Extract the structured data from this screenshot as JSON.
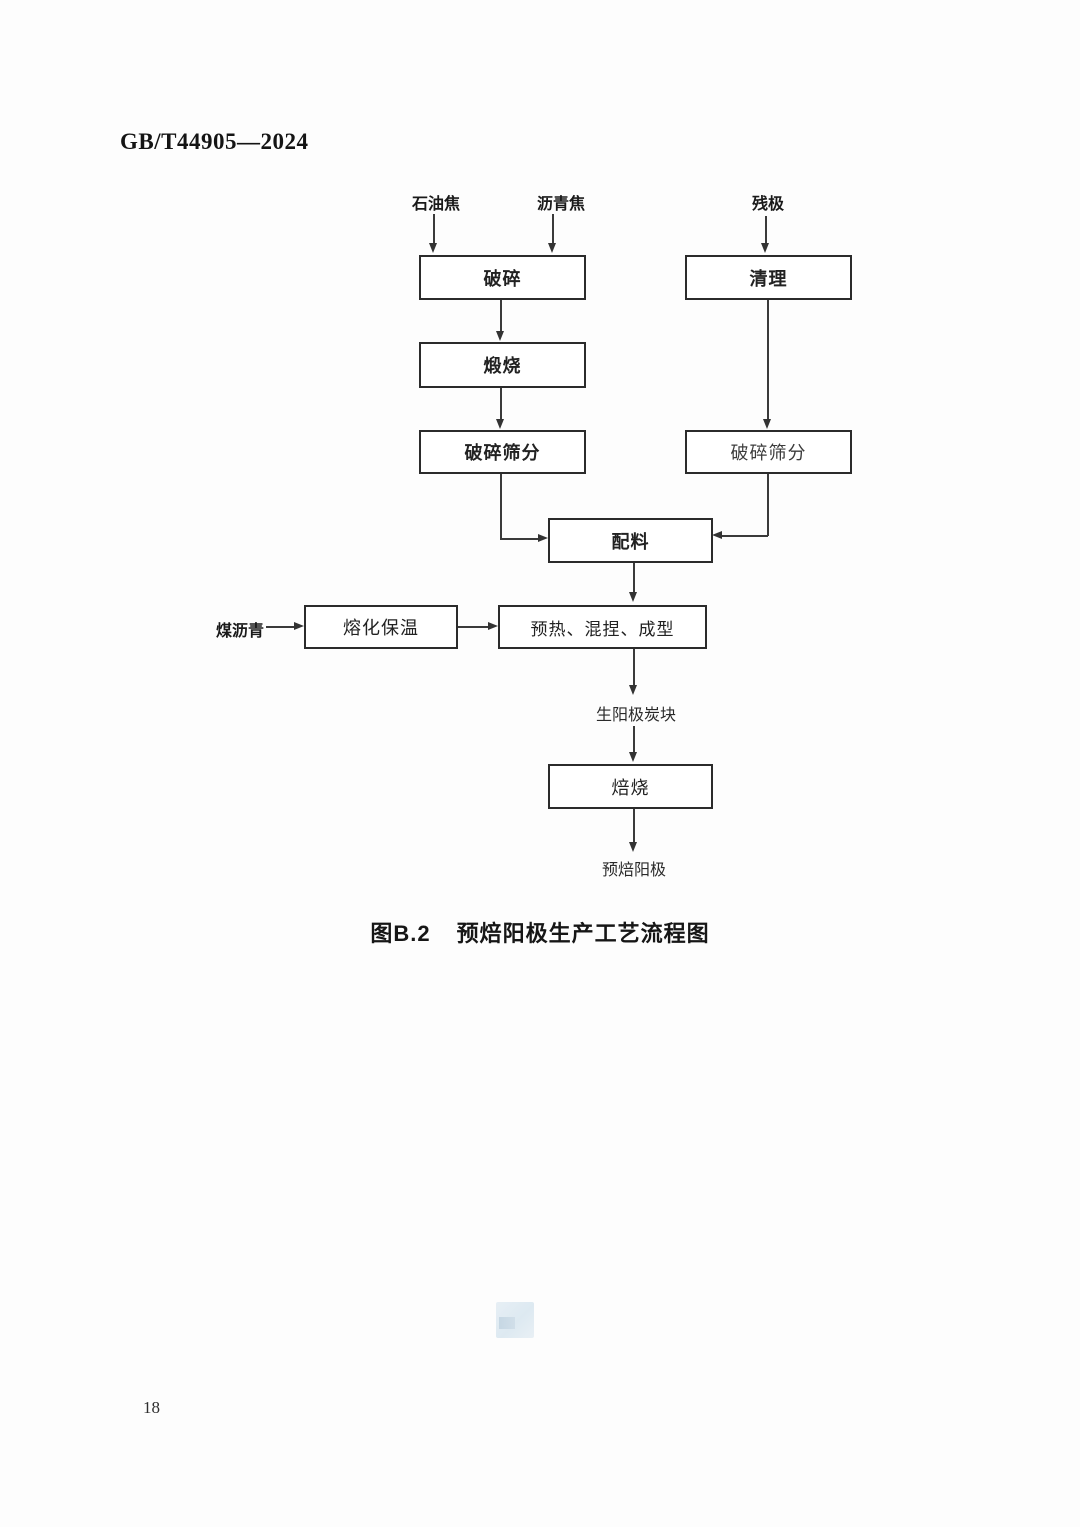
{
  "page": {
    "header": "GB/T44905—2024",
    "page_number": "18",
    "figure_caption": {
      "number": "图B.2",
      "title": "预焙阳极生产工艺流程图"
    }
  },
  "flowchart": {
    "source_labels": [
      {
        "label": "石油焦"
      },
      {
        "label": "沥青焦"
      },
      {
        "label": "残极"
      },
      {
        "label": "煤沥青"
      }
    ],
    "boxes": [
      {
        "label": "破碎"
      },
      {
        "label": "清理"
      },
      {
        "label": "煅烧"
      },
      {
        "label": "破碎筛分"
      },
      {
        "label": "破碎筛分"
      },
      {
        "label": "配料"
      },
      {
        "label": "熔化保温"
      },
      {
        "label": "预热、混捏、成型"
      },
      {
        "label": "焙烧"
      }
    ],
    "product_labels": [
      {
        "label": "生阳极炭块"
      },
      {
        "label": "预焙阳极"
      }
    ]
  },
  "colors": {
    "line": "#3a3a3a",
    "box_border": "#2b2b2b",
    "text": "#1c1c1c",
    "watermark_bg": "#dde9f1"
  }
}
